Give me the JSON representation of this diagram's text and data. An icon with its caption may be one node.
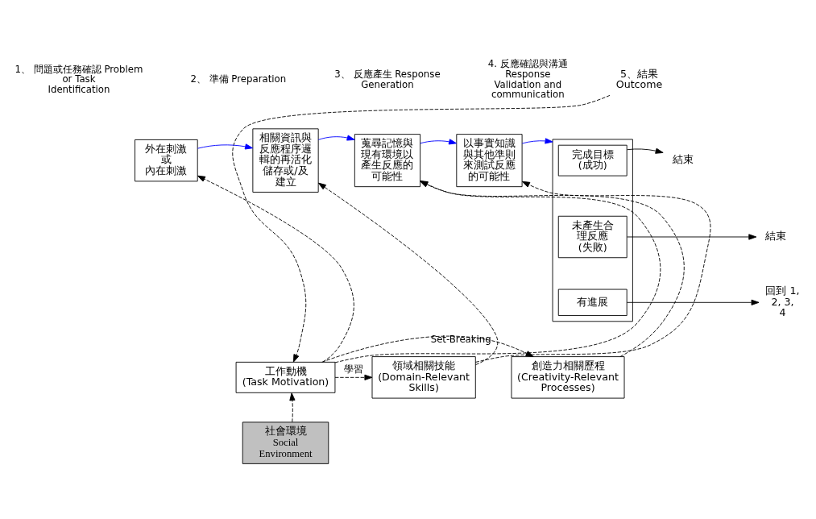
{
  "diagram": {
    "nodes": [
      {
        "text": [
          "5、結果 Outcome"
        ]
      },
      {
        "text": [
          "外在刺激或內在刺激"
        ]
      },
      {
        "text": [
          "相關資訊與反應程序邏輯的再活化儲存或/及建立"
        ]
      },
      {
        "text": [
          "蒐尋記憶與現有環境以產生反應的可能性"
        ]
      },
      {
        "text": [
          "以事實知識與其他準則來測試反應的可能性"
        ]
      },
      {
        "text": [],
        "shape": "box"
      },
      {
        "text": [
          "完成目標 (成功)"
        ],
        "in": 5
      },
      {
        "text": [
          "未產生合理反應 (失敗)"
        ],
        "in": 5
      },
      {
        "text": [
          "有進展"
        ],
        "in": 5
      },
      {
        "text": [
          "結束"
        ]
      },
      {
        "text": [
          "結束"
        ]
      },
      {
        "text": [
          "回到 1, 2, 3, 4"
        ]
      },
      {
        "text": [
          "工作動機",
          "(Task Motivation)"
        ]
      },
      {
        "text": [
          "領域相關技能",
          "(Domain-Relevant Skills)"
        ]
      },
      {
        "text": [
          "創造力相關歷程",
          "(Creativity-Relevant Processes)"
        ]
      },
      {
        "text": [
          "社會環境",
          "Social Environment"
        ]
      }
    ],
    "edges": [
      {
        "from": 1,
        "to": 2,
        "arrow": "to",
        "color": "#0000ff"
      },
      {
        "from": 2,
        "to": 3,
        "arrow": "to",
        "color": "#0000ff"
      },
      {
        "from": 3,
        "to": 4,
        "arrow": "to",
        "color": "#0000ff"
      },
      {
        "from": 4,
        "to": 5,
        "arrow": "to",
        "color": "#0000ff"
      },
      {
        "from": 6,
        "to": 9,
        "arrow": "to"
      },
      {
        "from": 7,
        "to": 10,
        "arrow": "to"
      },
      {
        "from": 8,
        "to": 11,
        "arrow": "to"
      },
      {
        "from": 12,
        "to": 1,
        "arrow": "to",
        "style": "dashed"
      },
      {
        "from": 12,
        "to": 3,
        "arrow": "to",
        "style": "dashed"
      },
      {
        "from": 13,
        "to": 2,
        "arrow": "to",
        "style": "dashed"
      },
      {
        "from": 13,
        "to": 4,
        "arrow": "to",
        "style": "dashed"
      },
      {
        "from": 14,
        "to": 3,
        "arrow": "to",
        "style": "dashed"
      },
      {
        "from": 12,
        "to": 13,
        "arrow": "to",
        "style": "dashed",
        "label": "學習"
      },
      {
        "from": 12,
        "to": 14,
        "arrow": "to",
        "style": "dashed",
        "label": "Set-Breaking"
      },
      {
        "from": 15,
        "to": 12,
        "arrow": "to",
        "style": "dashed"
      },
      {
        "from": 0,
        "to": 12,
        "arrow": "to",
        "style": "dashed"
      }
    ],
    "labels": [
      "1、 問題或任務確認 Problem or Task Identification",
      "2、 準備 Preparation",
      "3、 反應產生 Response Generation",
      "4. 反應確認與溝通 Response Validation and communication"
    ]
  }
}
